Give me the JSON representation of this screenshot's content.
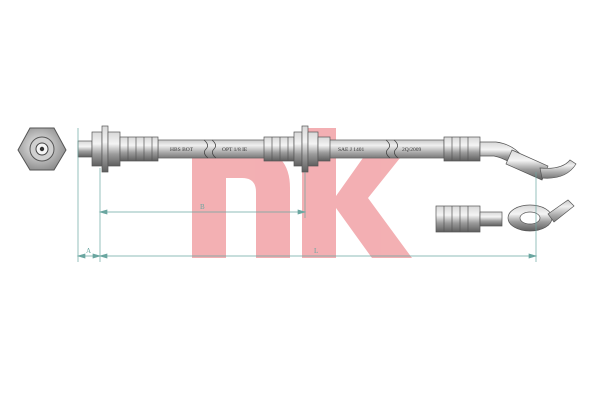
{
  "hose_markings": [
    "HBS BOT",
    "OPT 1/8 IE",
    "SAE J 1401",
    "2Q/2009"
  ],
  "dimensions": {
    "a": "A",
    "b": "B",
    "l": "L"
  },
  "brand": {
    "logo_text": "nk",
    "color": "#f2a7ab"
  },
  "colors": {
    "dimension_line": "#6aa6a0",
    "metal": "#8a8a8a",
    "hose": "#9a9a9a"
  }
}
